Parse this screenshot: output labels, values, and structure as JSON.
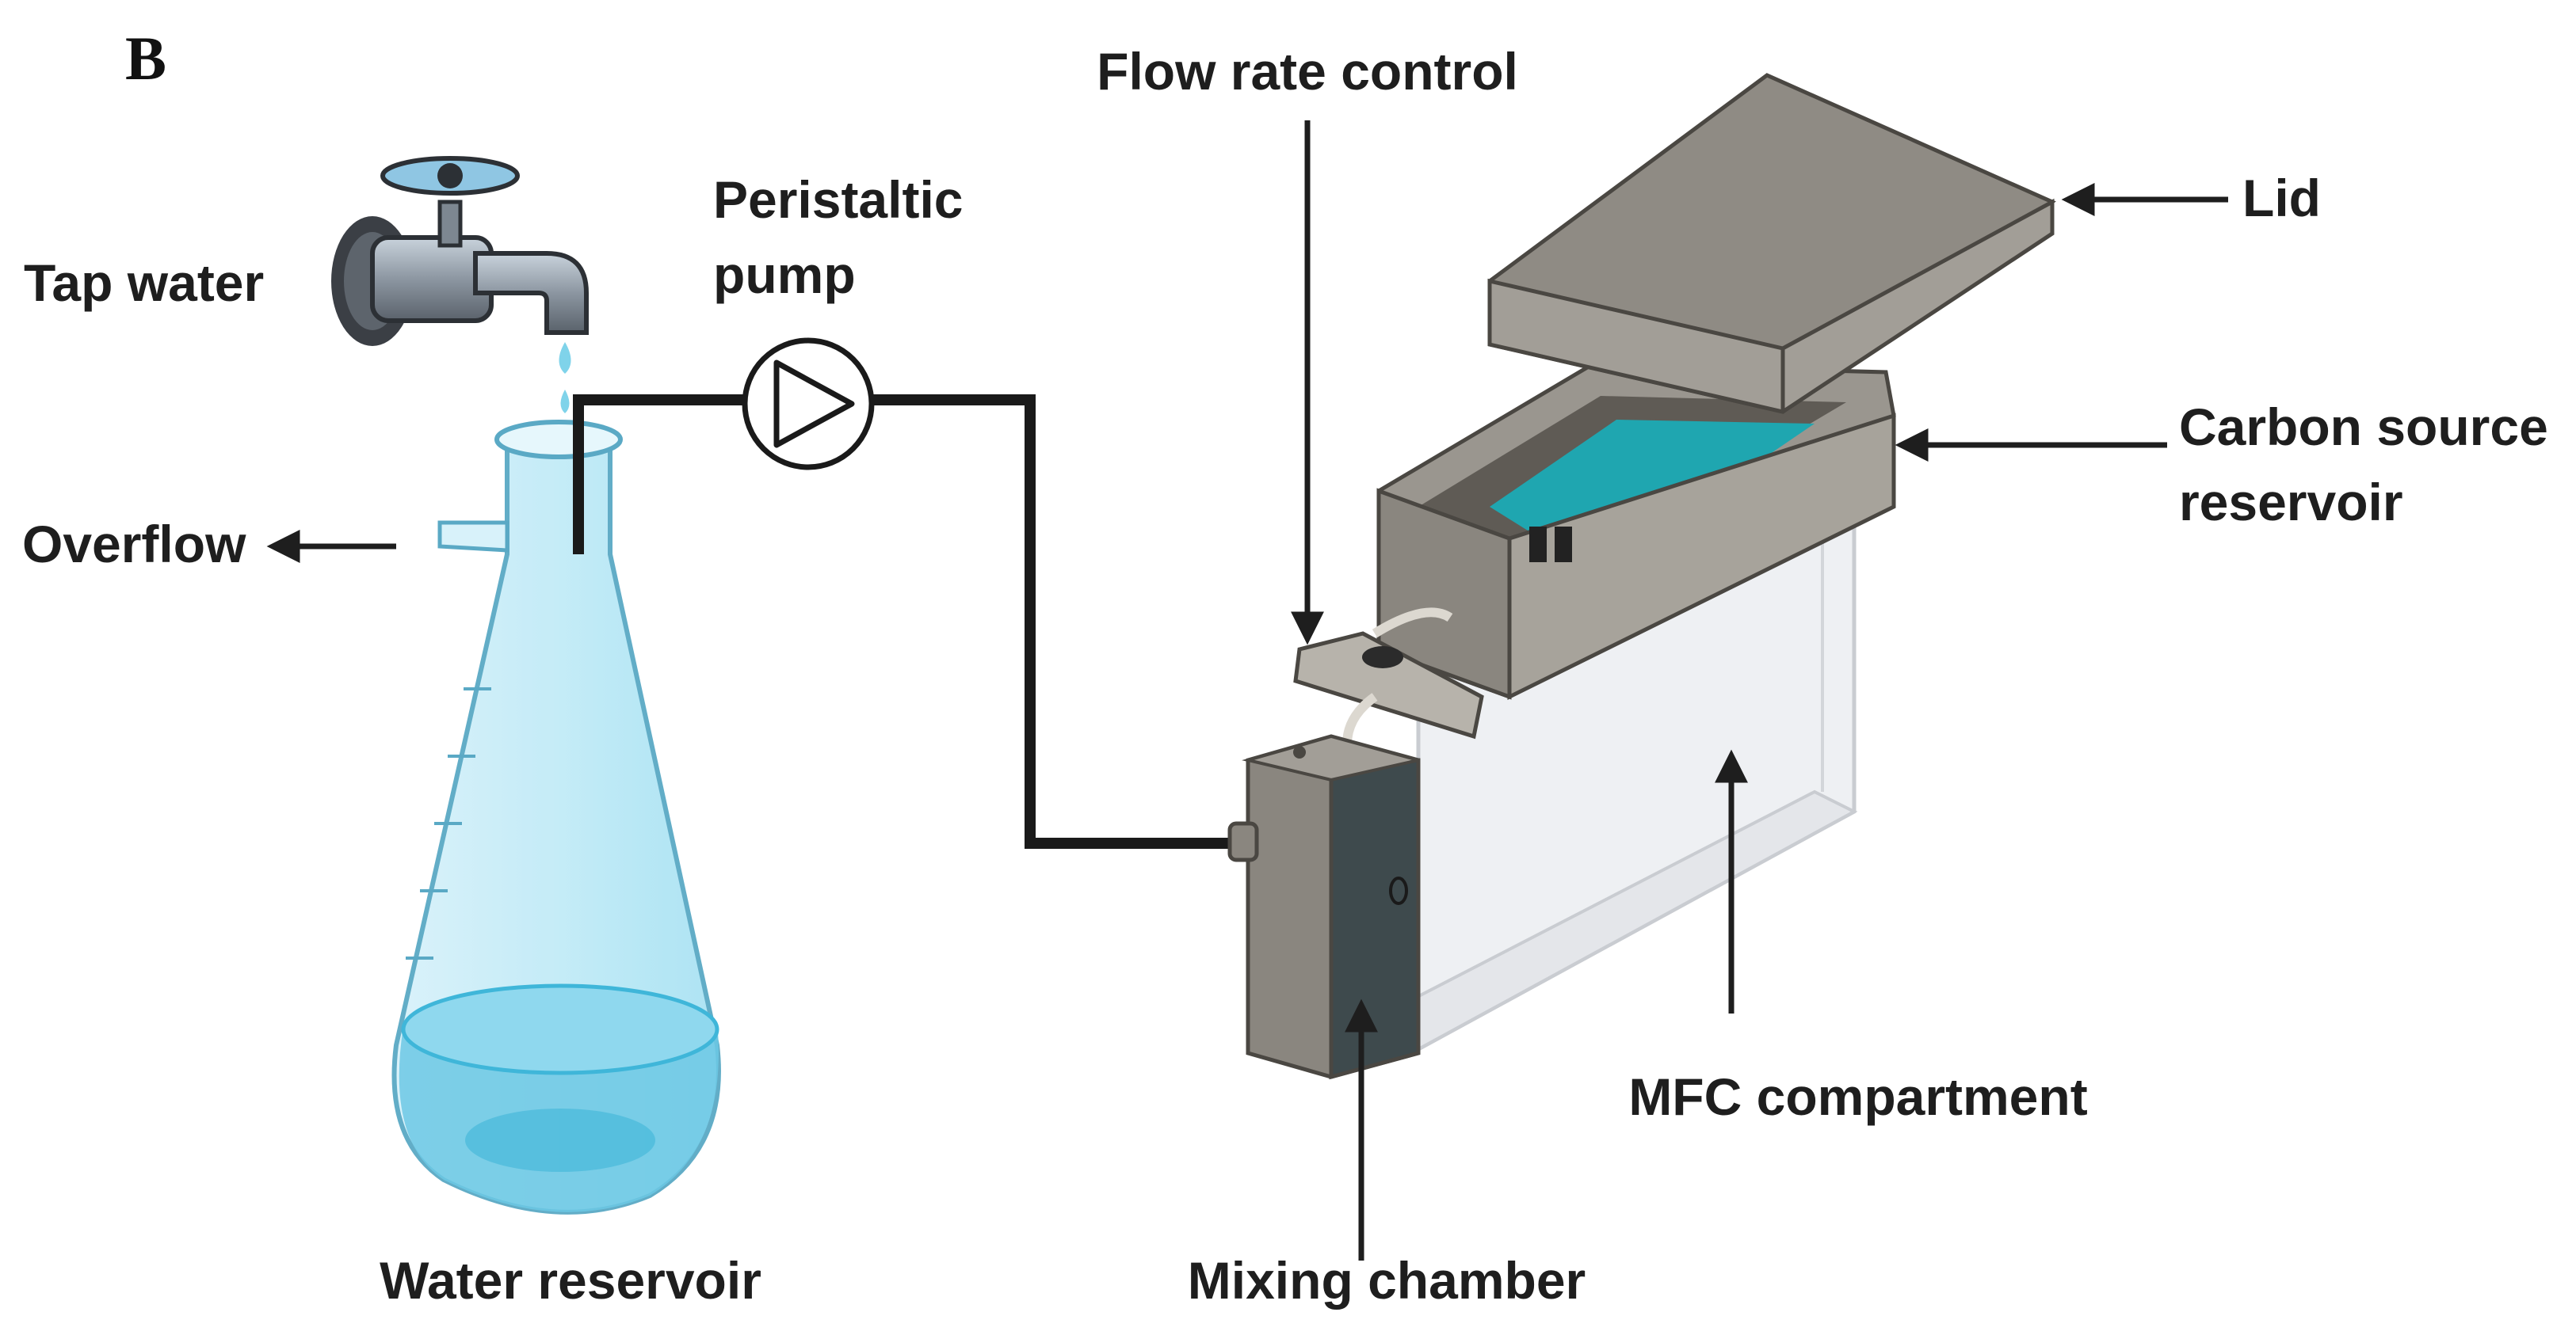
{
  "panel_letter": "B",
  "labels": {
    "tap_water": "Tap water",
    "peristaltic_line1": "Peristaltic",
    "peristaltic_line2": "pump",
    "flow_rate_control": "Flow rate control",
    "lid": "Lid",
    "carbon_line1": "Carbon source",
    "carbon_line2": "reservoir",
    "overflow": "Overflow",
    "mfc_compartment": "MFC compartment",
    "water_reservoir": "Water reservoir",
    "mixing_chamber": "Mixing chamber"
  },
  "colors": {
    "water": "#7fd3ea",
    "water_dark": "#3fb6d9",
    "box_gray": "#8f8b84",
    "box_dark": "#5f5b55",
    "reservoir_liquid": "#1fa6b0",
    "mfc_panel": "#f2f3f5",
    "tube": "#1a1a1a"
  }
}
